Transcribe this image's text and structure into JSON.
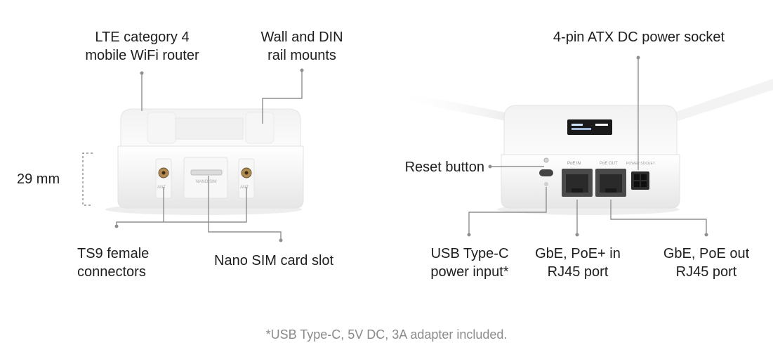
{
  "labels": {
    "lte_router": "LTE category 4\nmobile WiFi router",
    "mounts": "Wall and DIN\nrail mounts",
    "height": "29 mm",
    "ts9": "TS9 female\nconnectors",
    "nano_sim": "Nano SIM card slot",
    "atx_power": "4-pin ATX DC power socket",
    "reset": "Reset button",
    "usbc": "USB Type-C\npower input*",
    "poe_in": "GbE, PoE+ in\nRJ45 port",
    "poe_out": "GbE, PoE out\nRJ45 port"
  },
  "device_text": {
    "ant1": "ANT",
    "ant2": "ANT",
    "sim": "NANO SIM",
    "poe_in_port": "PoE IN",
    "poe_out_port": "PoE OUT",
    "power_socket": "POWER SOCKET"
  },
  "footnote": "*USB Type-C, 5V DC, 3A adapter included.",
  "colors": {
    "device": "#f4f4f4",
    "device_shade": "#e2e2e2",
    "leader": "#8f8f8f",
    "port": "#3a3a3a"
  }
}
